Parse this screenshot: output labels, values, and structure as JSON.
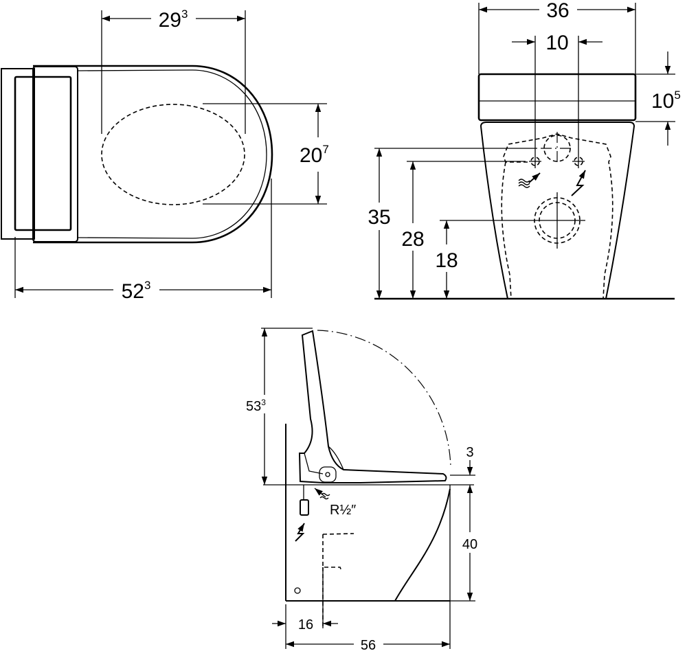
{
  "top_view": {
    "seat_opening_length": {
      "main": "29",
      "sup": "3"
    },
    "seat_opening_width": {
      "main": "20",
      "sup": "7"
    },
    "overall_length": {
      "main": "52",
      "sup": "3"
    }
  },
  "rear_view": {
    "overall_width": {
      "main": "36",
      "sup": ""
    },
    "connection_spacing": {
      "main": "10",
      "sup": ""
    },
    "seat_unit_height": {
      "main": "10",
      "sup": "5"
    },
    "upper_connection_height": {
      "main": "35",
      "sup": ""
    },
    "supply_connection_height": {
      "main": "28",
      "sup": ""
    },
    "drain_height": {
      "main": "18",
      "sup": ""
    }
  },
  "side_view": {
    "lid_open_height": {
      "main": "53",
      "sup": "3"
    },
    "seat_thickness": {
      "main": "3",
      "sup": ""
    },
    "pan_height": {
      "main": "40",
      "sup": ""
    },
    "wall_offset": {
      "main": "16",
      "sup": ""
    },
    "overall_depth": {
      "main": "56",
      "sup": ""
    },
    "water_connection": "R½″"
  },
  "icons": [
    "water-supply-icon",
    "electrical-supply-icon"
  ]
}
